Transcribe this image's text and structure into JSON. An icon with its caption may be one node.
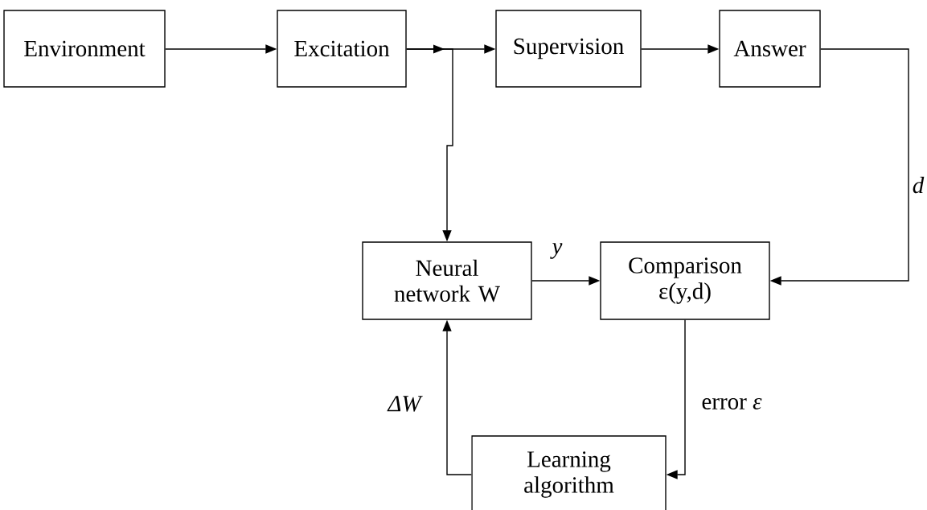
{
  "diagram": {
    "nodes": [
      {
        "text": [
          "Environment"
        ]
      },
      {
        "text": [
          "Excitation"
        ]
      },
      {
        "text": [
          "Supervision"
        ]
      },
      {
        "text": [
          "Answer"
        ]
      },
      {
        "text": [
          "Neural network W"
        ]
      },
      {
        "text": [
          "Comparison ε(y,d)"
        ]
      },
      {
        "text": [
          "Learning algorithm"
        ]
      }
    ],
    "edges": [
      {
        "from": 0,
        "to": 1,
        "arrow": "to"
      },
      {
        "from": 1,
        "to": 2,
        "arrow": "to"
      },
      {
        "from": 1,
        "to": 4,
        "arrow": "to"
      },
      {
        "from": 2,
        "to": 3,
        "arrow": "to"
      },
      {
        "from": 3,
        "to": 5,
        "arrow": "to",
        "label": "d"
      },
      {
        "from": 4,
        "to": 5,
        "arrow": "to",
        "label": "y"
      },
      {
        "from": 5,
        "to": 6,
        "arrow": "to",
        "label": "error *ε*"
      },
      {
        "from": 6,
        "to": 4,
        "arrow": "to",
        "label": "ΔW"
      }
    ]
  }
}
